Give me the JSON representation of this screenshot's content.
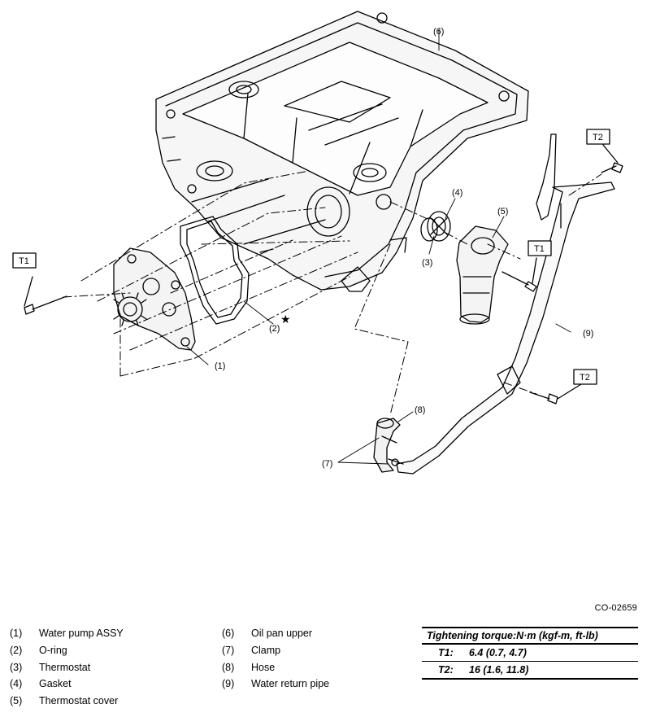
{
  "callouts": {
    "c1": "(1)",
    "c2": "(2)",
    "c3": "(3)",
    "c4": "(4)",
    "c5": "(5)",
    "c6": "(6)",
    "c7": "(7)",
    "c8": "(8)",
    "c9": "(9)",
    "star": "★"
  },
  "torque_boxes": {
    "t1": "T1",
    "t2": "T2"
  },
  "figure_code": "CO-02659",
  "legend": [
    {
      "num": "(1)",
      "label": "Water pump ASSY"
    },
    {
      "num": "(2)",
      "label": "O-ring"
    },
    {
      "num": "(3)",
      "label": "Thermostat"
    },
    {
      "num": "(4)",
      "label": "Gasket"
    },
    {
      "num": "(5)",
      "label": "Thermostat cover"
    },
    {
      "num": "(6)",
      "label": "Oil pan upper"
    },
    {
      "num": "(7)",
      "label": "Clamp"
    },
    {
      "num": "(8)",
      "label": "Hose"
    },
    {
      "num": "(9)",
      "label": "Water return pipe"
    }
  ],
  "torque": {
    "title": "Tightening torque:N·m (kgf-m, ft-lb)",
    "rows": [
      {
        "key": "T1:",
        "value": "6.4 (0.7, 4.7)"
      },
      {
        "key": "T2:",
        "value": "16 (1.6, 11.8)"
      }
    ]
  }
}
